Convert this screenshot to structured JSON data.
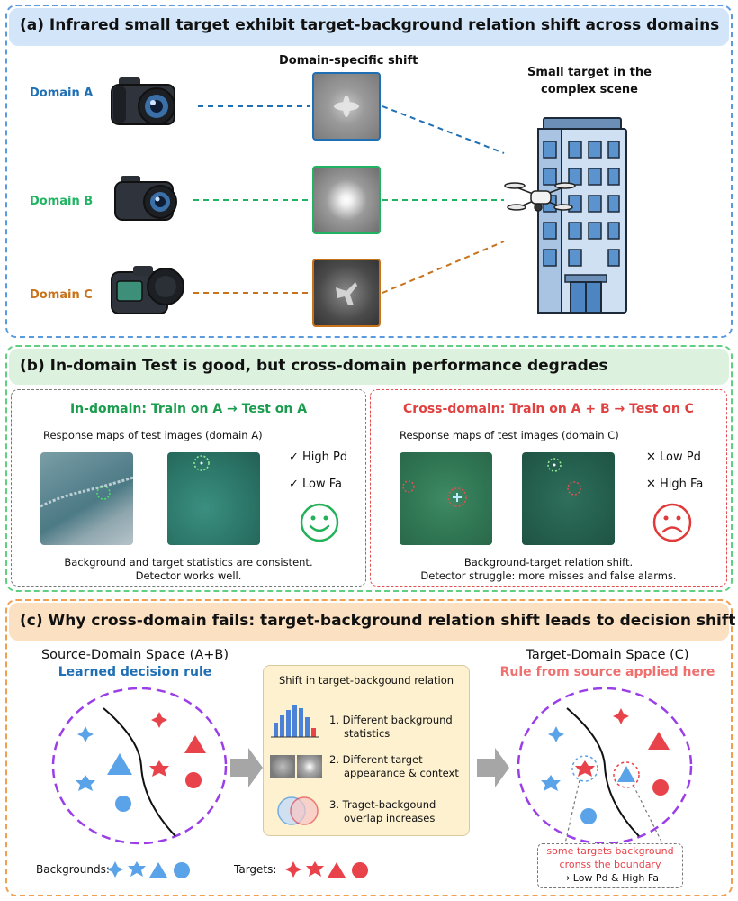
{
  "colors": {
    "domain_a": "#1f6fb5",
    "domain_b": "#20b462",
    "domain_c": "#c8731c",
    "target_red": "#e8434a",
    "background_blue": "#5aa3e8",
    "boundary_purple": "#9b3ee8",
    "panel_a": "#5a9be0",
    "panel_b": "#5ed080",
    "panel_c": "#f0a050"
  },
  "panel_a": {
    "title": "(a) Infrared small target exhibit target-background relation shift across domains",
    "shift_caption": "Domain-specific shift",
    "scene_caption_line1": "Small target in the",
    "scene_caption_line2": "complex scene",
    "domains": [
      {
        "label": "Domain A",
        "camera_icon": "camera-icon",
        "building_icon": "building-icon"
      },
      {
        "label": "Domain B"
      },
      {
        "label": "Domain C"
      }
    ],
    "drone_icon": "drone-icon"
  },
  "panel_b": {
    "title": "(b) In-domain Test is good, but cross-domain performance degrades",
    "in_domain": {
      "title": "In-domain: Train on A → Test on A",
      "subtitle": "Response maps of test images (domain A)",
      "check1": "✓ High Pd",
      "check2": "✓ Low Fa",
      "note1": "Background and target statistics are consistent.",
      "note2": "Detector works well.",
      "face_icon": "smiley-face-icon"
    },
    "cross_domain": {
      "title": "Cross-domain: Train on A + B → Test on C",
      "subtitle": "Response maps of test images (domain C)",
      "check1": "✕ Low Pd",
      "check2": "✕ High Fa",
      "note1": "Background-target relation shift.",
      "note2": "Detector struggle: more misses and false alarms.",
      "face_icon": "sad-face-icon"
    }
  },
  "panel_c": {
    "title": "(c) Why cross-domain fails: target-background relation shift leads to decision shift",
    "source_title": "Source-Domain Space (A+B)",
    "source_sub": "Learned decision rule",
    "target_title": "Target-Domain Space (C)",
    "target_sub": "Rule from source applied here",
    "box_title": "Shift in target-backgound relation",
    "items": [
      {
        "line1": "1. Different background",
        "line2": "statistics"
      },
      {
        "line1": "2. Different target",
        "line2": "appearance & context"
      },
      {
        "line1": "3. Traget-backgound",
        "line2": "overlap increases"
      }
    ],
    "callout_line1": "some targets background",
    "callout_line2": "cronss the boundary",
    "callout_line3": "→ Low Pd & High Fa",
    "legend_backgrounds": "Backgrounds:",
    "legend_targets": "Targets:"
  }
}
